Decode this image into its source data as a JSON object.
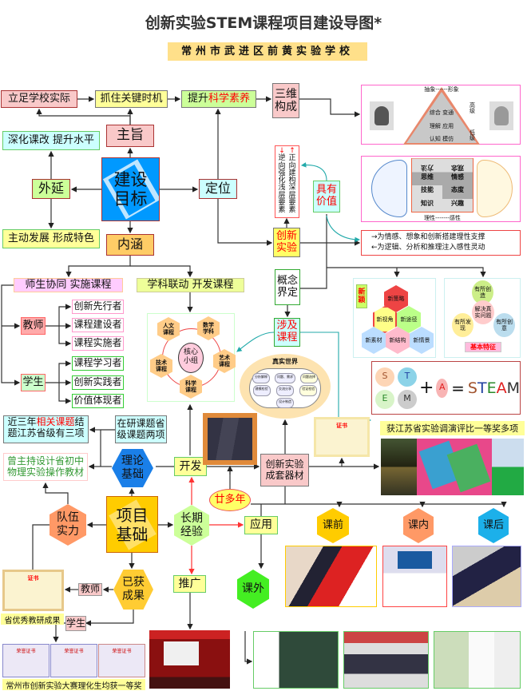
{
  "title": "创新实验STEM课程项目建设导图*",
  "subtitle": "常州市武进区前黄实验学校",
  "top": {
    "school": "立足学校实际",
    "timing": "抓住关键时机",
    "raise_prefix": "提升",
    "raise_red": "科学素养",
    "three_dim": "三维构成"
  },
  "goal": {
    "center": "建设目标",
    "zhuzhi": "主旨",
    "waiyan": "外延",
    "dingwei": "定位",
    "neihan": "内涵",
    "deepen": "深化课改 提升水平",
    "develop": "主动发展 形成特色"
  },
  "vertical": {
    "arrow_down": "↓",
    "arrow_up": "↑",
    "reverse": "逆向强化浅层要素",
    "forward": "正向建构深层要素"
  },
  "value": "具有价值",
  "innovation": "创新实验",
  "pyramid": {
    "top": "抽象------形象",
    "rows": [
      "综合 变通",
      "理解 应用",
      "认知 模仿"
    ],
    "high": "高级",
    "low": "低级"
  },
  "brain": {
    "quadrants": [
      "方法",
      "观念",
      "思维",
      "情感",
      "技能",
      "态度",
      "知识",
      "兴趣"
    ],
    "bottom": "理性-------感性"
  },
  "note": {
    "line1": "→为情感、想象和创新搭建理性支撑",
    "line2": "←为逻辑、分析和推理注入感性灵动"
  },
  "course": {
    "coop": "师生协同 实施课程",
    "link": "学科联动 开发课程",
    "concept": "概念界定",
    "involve": "涉及课程"
  },
  "teacher": {
    "label": "教师",
    "roles": [
      "创新先行者",
      "课程建设者",
      "课程实施者"
    ]
  },
  "student": {
    "label": "学生",
    "roles": [
      "课程学习者",
      "创新实践者",
      "价值体现者"
    ]
  },
  "core": {
    "center": "核心小组",
    "items": [
      "人文课程",
      "数学学科",
      "艺术课程",
      "科学课程",
      "技术课程"
    ]
  },
  "novel": {
    "label": "新颖",
    "hexes": [
      "新策略",
      "新视角",
      "新途径",
      "新素材",
      "新结构",
      "新情景"
    ]
  },
  "feature": {
    "top": "有所创造",
    "mid": "解决真实问题",
    "left": "有所发现",
    "right": "有所创意",
    "label": "基本特征"
  },
  "real_world": {
    "title": "真实世界",
    "nodes": [
      "分析解释",
      "问题、需求",
      "问题选择",
      "建模检验",
      "交流分享",
      "验证检验",
      "设计制造"
    ]
  },
  "steam": {
    "S": "S",
    "T": "T",
    "E": "E",
    "M": "M",
    "A": "A",
    "plus": "+",
    "eq": "=",
    "word": [
      "S",
      "T",
      "E",
      "A",
      "M"
    ],
    "colors": [
      "#a0522d",
      "#1f3f9f",
      "#2a8a2a",
      "#e02020",
      "#333333"
    ]
  },
  "research": {
    "done_prefix": "近三年",
    "done_red": "相关课题",
    "done_suffix": "结题江苏省级有三项",
    "ongoing": "在研课题省级课题两项",
    "textbook": "曾主持设计省初中物理实验操作教材"
  },
  "theory": "理论基础",
  "develop_btn": "开发",
  "equipment": "创新实验成套器材",
  "award_caption": "获江苏省实验调演评比一等奖多项",
  "cert": "证书",
  "years": "廿多年",
  "base": "项目基础",
  "team": "队伍实力",
  "experience": "长期经验",
  "apply": "应用",
  "stages": [
    "课前",
    "课内",
    "课后"
  ],
  "outside": "课外",
  "achieve": "已获成果",
  "promote": "推广",
  "ach_teacher": "教师",
  "ach_student": "学生",
  "teacher_caption": "省优秀教研成果",
  "student_caption": "常州市创新实验大赛理化生均获一等奖",
  "honor": "荣誉证书"
}
